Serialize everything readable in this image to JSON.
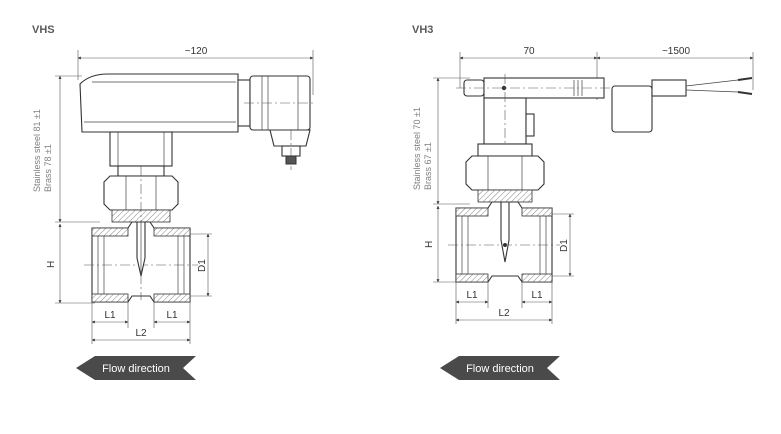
{
  "colors": {
    "flow_arrow": "#4a4a4a",
    "line": "#333333",
    "label_gray": "#808080"
  },
  "vhs": {
    "title": "VHS",
    "width_dim": "~120",
    "height_stainless": "Stainless steel 81 ±1",
    "height_brass": "Brass 78 ±1",
    "h_label": "H",
    "d1_label": "D1",
    "l1_left": "L1",
    "l1_right": "L1",
    "l2_label": "L2",
    "flow_label": "Flow direction"
  },
  "vh3": {
    "title": "VH3",
    "width_dim": "70",
    "cable_dim": "~1500",
    "height_stainless": "Stainless steel 70 ±1",
    "height_brass": "Brass 67 ±1",
    "h_label": "H",
    "d1_label": "D1",
    "l1_left": "L1",
    "l1_right": "L1",
    "l2_label": "L2",
    "flow_label": "Flow direction"
  }
}
